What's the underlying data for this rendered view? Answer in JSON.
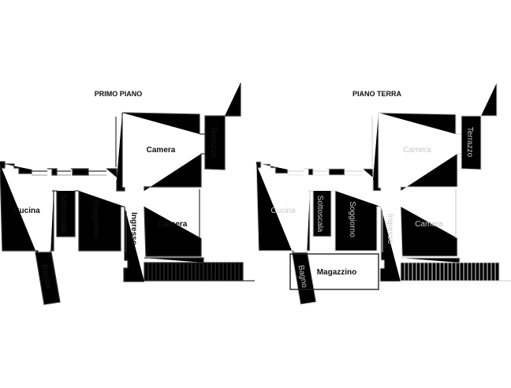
{
  "colors": {
    "primary_plan": "#333333",
    "ghost_plan": "#cccccc",
    "ghost_text": "#c8c8c8",
    "highlight": "#222222"
  },
  "floors": [
    {
      "title": "PRIMO PIANO",
      "rooms": {
        "camera_top": "Camera",
        "terrazzo": "Terrazzo",
        "cucina": "Cucina",
        "sottoscala": "Sottoscala",
        "soggiorno": "Soggiorno",
        "ingresso": "Ingresso",
        "camera_bottom": "Camera",
        "bagno": "Bagno"
      }
    },
    {
      "title": "PIANO TERRA",
      "rooms": {
        "camera_top": "Camera",
        "terrazzo": "Terrazzo",
        "cucina": "Cucina",
        "sottoscala": "Sottoscala",
        "soggiorno": "Soggiorno",
        "ingresso": "Ingresso",
        "camera_bottom": "Camera",
        "bagno": "Bagno"
      },
      "highlight_room": "Magazzino"
    }
  ]
}
